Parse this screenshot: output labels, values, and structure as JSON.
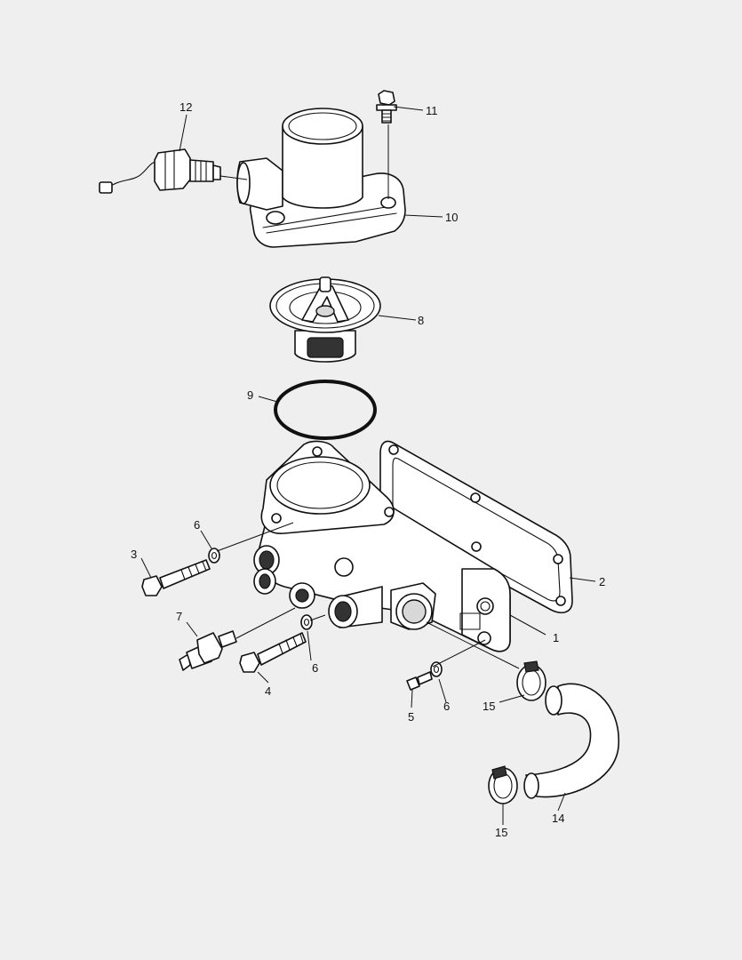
{
  "diagram": {
    "callouts": {
      "c1": "1",
      "c2": "2",
      "c3": "3",
      "c4": "4",
      "c5": "5",
      "c6a": "6",
      "c6b": "6",
      "c6c": "6",
      "c7": "7",
      "c8": "8",
      "c9": "9",
      "c10": "10",
      "c11": "11",
      "c12": "12",
      "c14": "14",
      "c15a": "15",
      "c15b": "15"
    }
  }
}
